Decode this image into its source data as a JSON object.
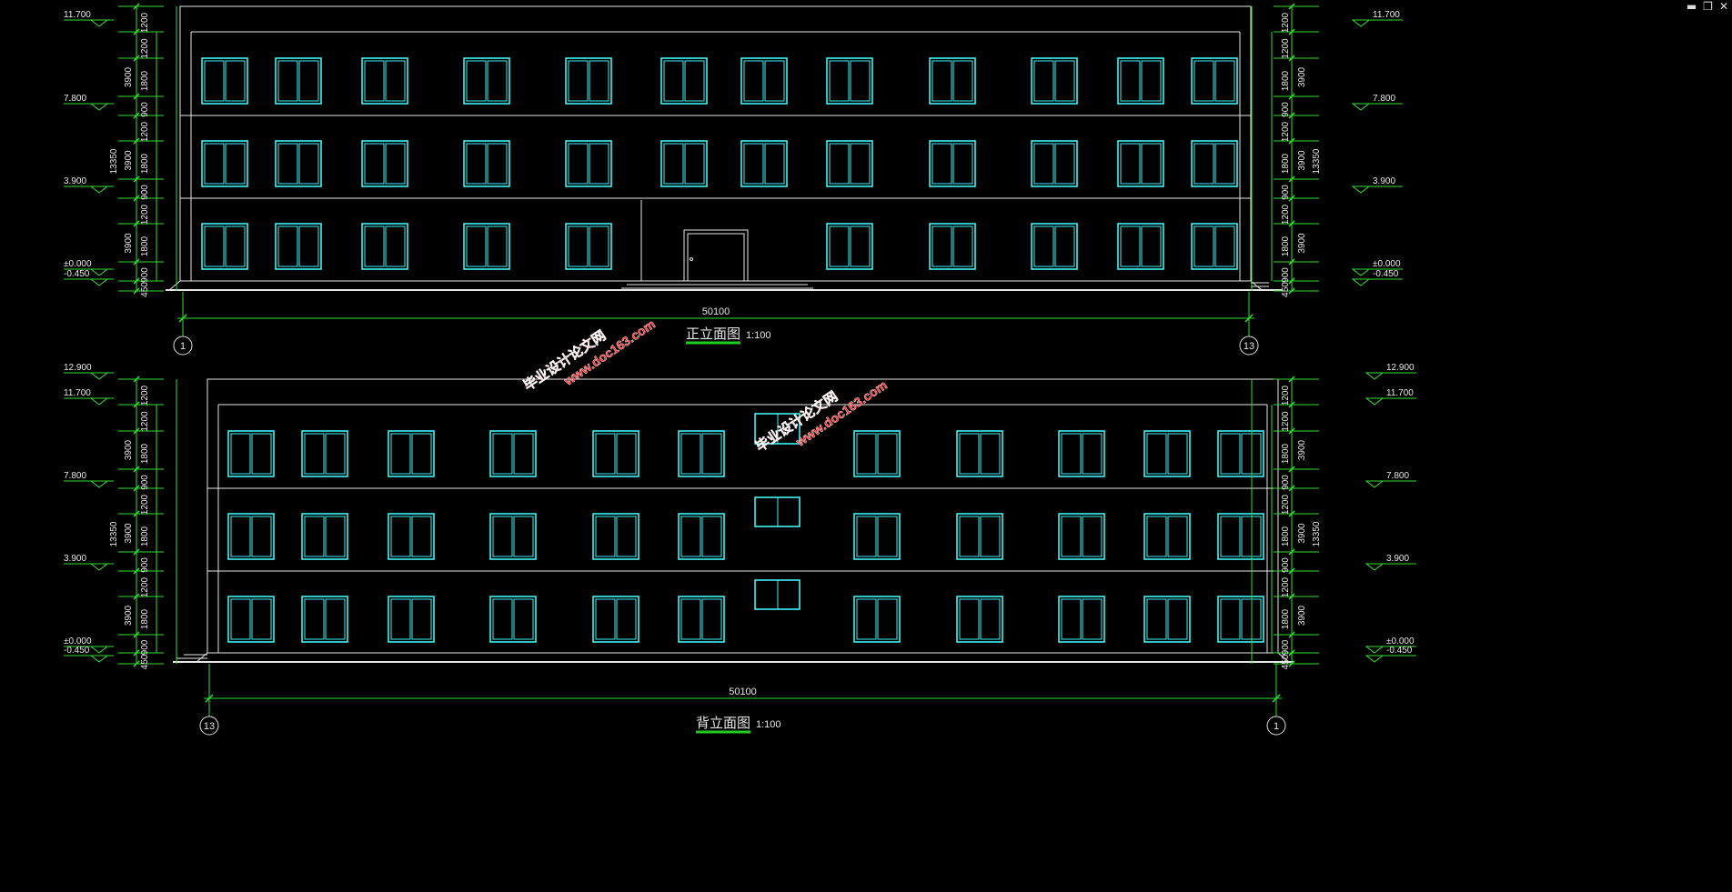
{
  "window_controls": {
    "minimize": "▬",
    "restore": "❐",
    "close": "✕"
  },
  "colors": {
    "outline": "#e6e6e6",
    "window": "#3ff2f2",
    "dim": "#33dd33",
    "title_underline": "#22cc22",
    "watermark": "#ff2a2a",
    "axis": "#dddddd"
  },
  "front": {
    "title": "正立面图",
    "scale": "1:100",
    "total_width": "50100",
    "axis_left": "1",
    "axis_right": "13",
    "levels": [
      "11.700",
      "7.800",
      "3.900",
      "±0.000",
      "-0.450"
    ],
    "overall": "13350",
    "storey_dims": [
      "3900",
      "3900",
      "3900"
    ],
    "segment_dims": [
      "1200",
      "1200",
      "1800",
      "900",
      "1200",
      "1800",
      "900",
      "1200",
      "1800",
      "900",
      "450"
    ]
  },
  "back": {
    "title": "背立面图",
    "scale": "1:100",
    "total_width": "50100",
    "axis_left": "13",
    "axis_right": "1",
    "levels": [
      "12.900",
      "11.700",
      "7.800",
      "3.900",
      "±0.000",
      "-0.450"
    ],
    "overall": "13350",
    "storey_dims": [
      "3900",
      "3900",
      "3900"
    ],
    "segment_dims": [
      "1200",
      "1200",
      "1800",
      "900",
      "1200",
      "1800",
      "900",
      "1200",
      "1800",
      "900",
      "450"
    ]
  },
  "watermarks": [
    {
      "line1": "毕业设计论文网",
      "line2": "www.doc163.com"
    },
    {
      "line1": "毕业设计论文网",
      "line2": "www.doc163.com"
    }
  ]
}
